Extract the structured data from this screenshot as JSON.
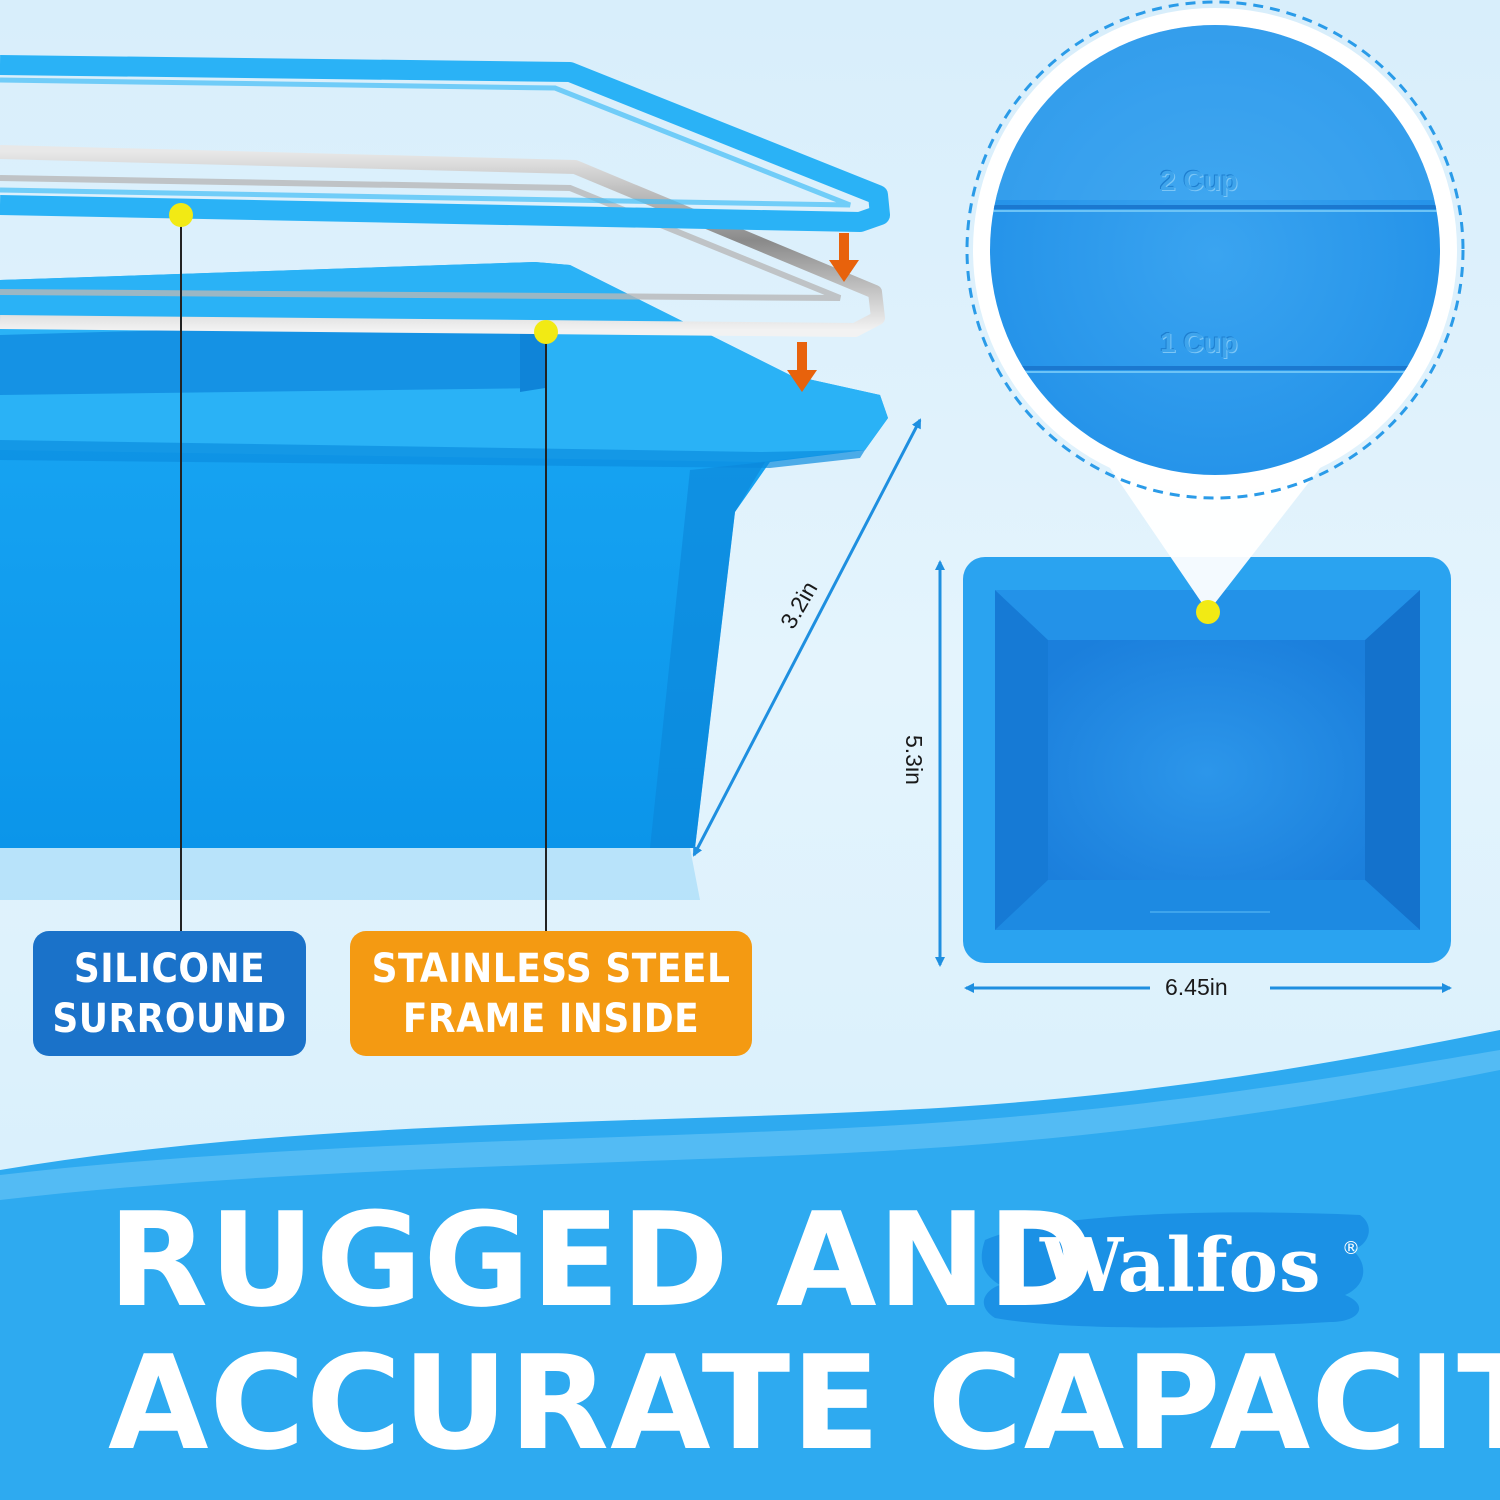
{
  "callouts": {
    "silicone": [
      "SILICONE",
      "SURROUND"
    ],
    "steel": [
      "STAINLESS STEEL",
      "FRAME INSIDE"
    ]
  },
  "dimensions": {
    "height": "3.2in",
    "width": "5.3in",
    "length": "6.45in"
  },
  "capacity_marks": {
    "upper": "2 Cup",
    "lower": "1 Cup"
  },
  "headline": {
    "line1": "RUGGED AND",
    "line2": "ACCURATE CAPACITY"
  },
  "brand": {
    "name": "Walfos",
    "mark": "®"
  },
  "colors": {
    "silicone_blue": "#1aa6f2",
    "silicone_label": "#1a72c9",
    "steel_label": "#f49a12",
    "pointer_dot": "#f2ea14",
    "arrow_orange": "#e8620c",
    "banner_blue": "#2eaaf0"
  }
}
